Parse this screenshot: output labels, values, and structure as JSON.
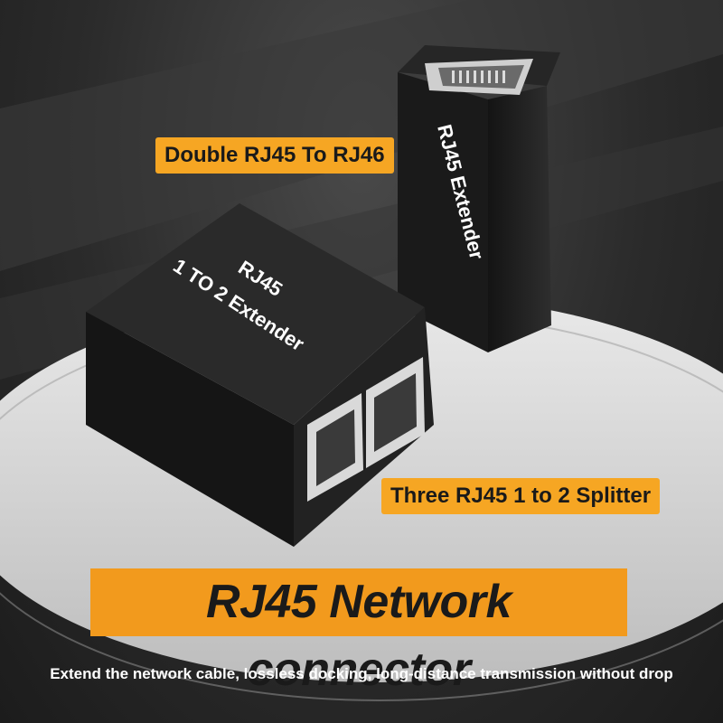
{
  "labels": {
    "top": "Double RJ45 To RJ46",
    "bottom": "Three RJ45 1 to 2 Splitter"
  },
  "products": {
    "tall_text": "RJ45 Extender",
    "box_line1": "RJ45",
    "box_line2": "1 TO 2 Extender"
  },
  "banner": {
    "title": "RJ45 Network connector"
  },
  "subtitle": "Extend the network cable, lossless docking, long-distance transmission without drop",
  "colors": {
    "accent": "#f6a623",
    "product": "#1b1b1b"
  }
}
